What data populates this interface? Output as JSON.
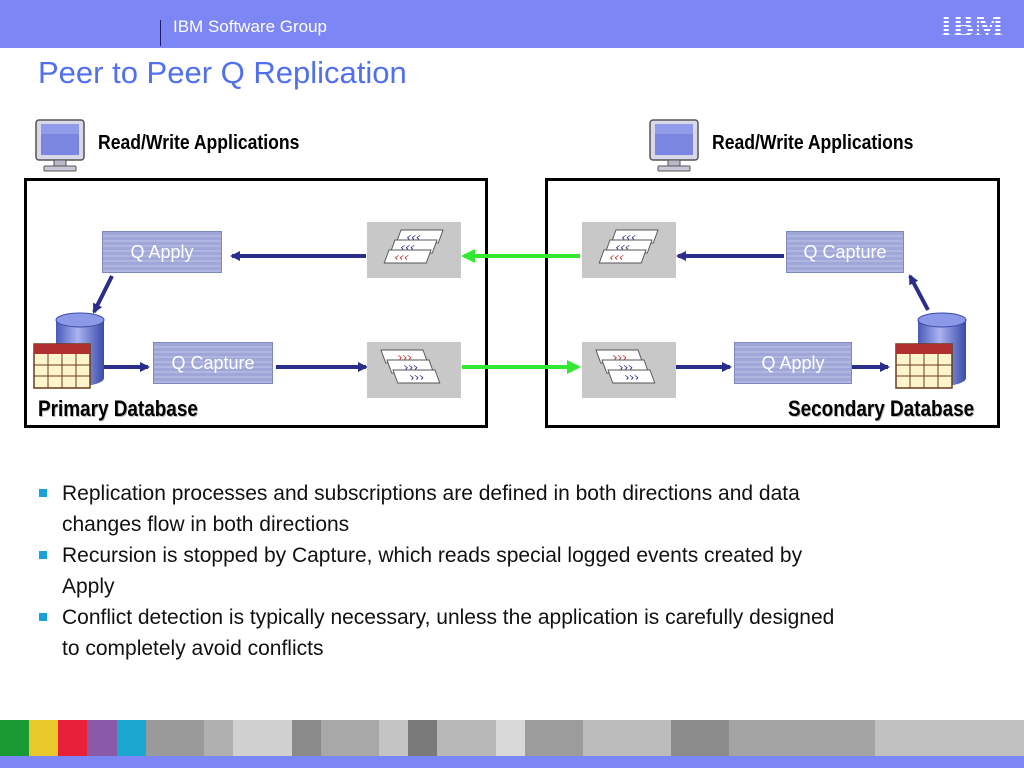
{
  "header": {
    "group": "IBM Software Group",
    "logo_text": "IBM",
    "bg_color": "#7d86f5"
  },
  "title": "Peer to Peer Q Replication",
  "diagram": {
    "left": {
      "app_label": "Read/Write Applications",
      "q_apply": "Q Apply",
      "q_capture": "Q Capture",
      "db_label": "Primary Database"
    },
    "right": {
      "app_label": "Read/Write  Applications",
      "q_capture": "Q Capture",
      "q_apply": "Q Apply",
      "db_label": "Secondary Database"
    },
    "colors": {
      "arrow": "#2a2d8a",
      "link": "#33e833",
      "queue_bg": "#c8c8c8",
      "qbox_bg": "#9fa6d8"
    }
  },
  "bullets": [
    "Replication processes and subscriptions are defined in both directions and data changes flow in both directions",
    "Recursion is stopped by Capture, which reads special logged events created by Apply",
    "Conflict detection is typically necessary, unless the application is carefully designed to completely avoid conflicts"
  ],
  "footer": {
    "colors": [
      "#1a9a32",
      "#e8c82a",
      "#e8203a",
      "#8a5aa8",
      "#1aa8d0",
      "#9a9a9a",
      "#b0b0b0",
      "#d0d0d0",
      "#8a8a8a",
      "#a8a8a8",
      "#c4c4c4",
      "#7a7a7a",
      "#b8b8b8",
      "#d8d8d8",
      "#9c9c9c",
      "#bcbcbc",
      "#8c8c8c",
      "#a4a4a4",
      "#c0c0c0"
    ]
  }
}
